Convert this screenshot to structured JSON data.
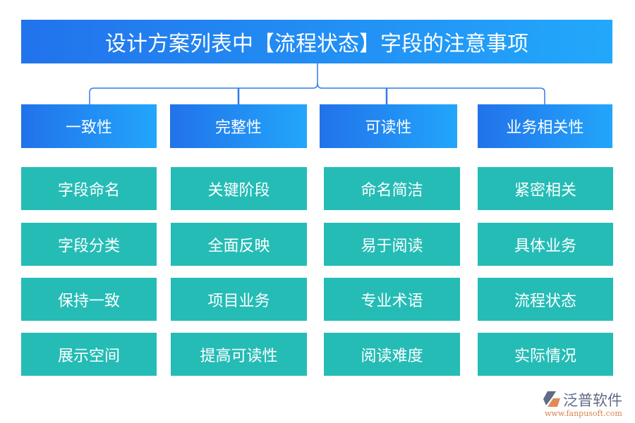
{
  "title": "设计方案列表中【流程状态】字段的注意事项",
  "categories": [
    {
      "label": "一致性",
      "items": [
        "字段命名",
        "字段分类",
        "保持一致",
        "展示空间"
      ]
    },
    {
      "label": "完整性",
      "items": [
        "关键阶段",
        "全面反映",
        "项目业务",
        "提高可读性"
      ]
    },
    {
      "label": "可读性",
      "items": [
        "命名简洁",
        "易于阅读",
        "专业术语",
        "阅读难度"
      ]
    },
    {
      "label": "业务相关性",
      "items": [
        "紧密相关",
        "具体业务",
        "流程状态",
        "实际情况"
      ]
    }
  ],
  "logo": {
    "name": "泛普软件",
    "url": "www.fanpusoft.com"
  }
}
